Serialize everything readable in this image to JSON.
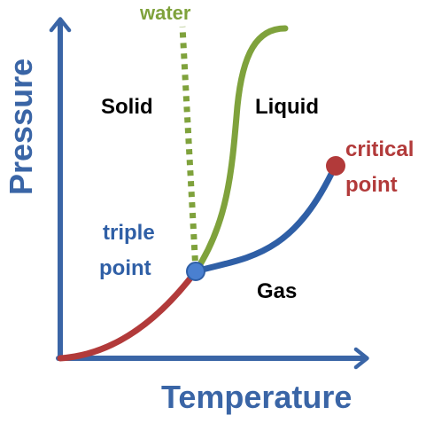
{
  "colors": {
    "axis": "#3A65A6",
    "sublimation_curve": "#B23A3A",
    "vaporization_curve": "#2F5FA6",
    "fusion_curve": "#7FA23C",
    "water_line": "#7FA23C",
    "critical_point": "#B23A3A",
    "triple_point": "#4A80D0"
  },
  "axes": {
    "x_title": "Temperature",
    "y_title": "Pressure"
  },
  "regions": {
    "solid": "Solid",
    "liquid": "Liquid",
    "gas": "Gas"
  },
  "points": {
    "triple_line1": "triple",
    "triple_line2": "point",
    "critical_line1": "critical",
    "critical_line2": "point"
  },
  "water_label": "water"
}
